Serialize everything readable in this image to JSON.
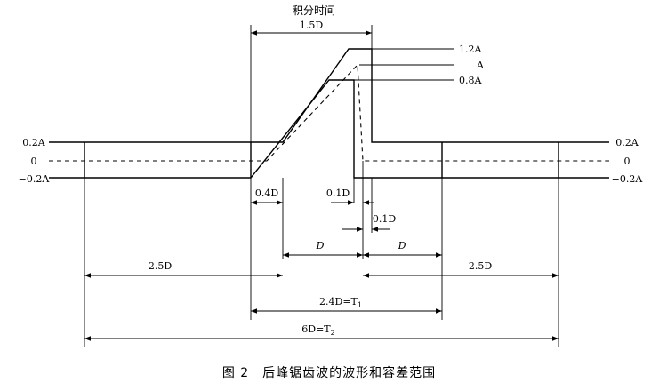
{
  "figure": {
    "top_title": "积分时间",
    "caption": "图 2　后峰锯齿波的波形和容差范围"
  },
  "levels": {
    "left": [
      "0.2A",
      "0",
      "−0.2A"
    ],
    "right": [
      "0.2A",
      "0",
      "−0.2A"
    ]
  },
  "peak_labels": [
    "1.2A",
    "A",
    "0.8A"
  ],
  "dimensions": {
    "integration_time": "1.5D",
    "rise_tol": "0.4D",
    "fall_tol_top": "0.1D",
    "fall_tol_bottom": "0.1D",
    "d_left": "D",
    "d_right": "D",
    "left_2_5d": "2.5D",
    "right_2_5d": "2.5D",
    "t1": "2.4D=T",
    "t1_sub": "1",
    "t2": "6D=T",
    "t2_sub": "2"
  }
}
